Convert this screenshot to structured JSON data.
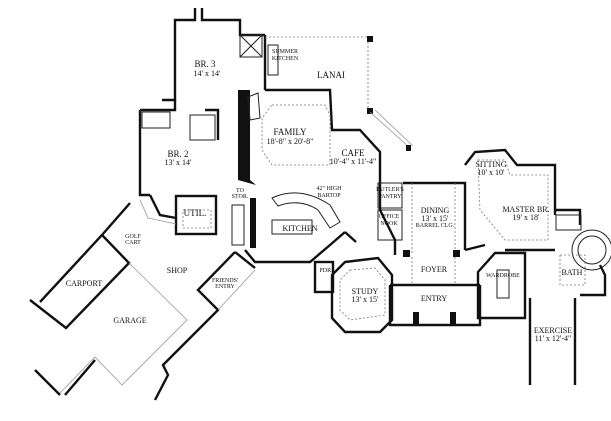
{
  "title": "Floor plan",
  "rooms": {
    "br3": {
      "name": "BR. 3",
      "dims": "14' x 14'"
    },
    "summer_kitchen": {
      "line1": "SUMMER",
      "line2": "KITCHEN"
    },
    "lanai": {
      "name": "LANAI"
    },
    "family": {
      "name": "FAMILY",
      "dims": "18'-8\" x 20'-8\""
    },
    "cafe": {
      "name": "CAFE",
      "dims": "10'-4\" x 11'-4\""
    },
    "br2": {
      "name": "BR. 2",
      "dims": "13' x 14'"
    },
    "util": {
      "name": "UTIL."
    },
    "to_stor": {
      "line1": "TO",
      "line2": "STOR."
    },
    "bartop": {
      "line1": "42\" HIGH",
      "line2": "BARTOP"
    },
    "kitchen": {
      "name": "KITCHEN"
    },
    "butlers_pantry": {
      "line1": "BUTLER'S",
      "line2": "PANTRY"
    },
    "office_nook": {
      "line1": "OFFICE",
      "line2": "NOOK"
    },
    "dining": {
      "name": "DINING",
      "dims": "13' x 15'",
      "note": "BARREL CLG."
    },
    "sitting": {
      "name": "SITTING",
      "dims": "10' x 10'"
    },
    "master": {
      "name": "MASTER BR.",
      "dims": "19' x 18'"
    },
    "foyer": {
      "name": "FOYER"
    },
    "entry": {
      "name": "ENTRY"
    },
    "study": {
      "name": "STUDY",
      "dims": "13' x 15'"
    },
    "pdr": {
      "name": "PDR."
    },
    "wardrobe": {
      "name": "WARDROBE"
    },
    "bath": {
      "name": "BATH"
    },
    "exercise": {
      "name": "EXERCISE",
      "dims": "11' x 12'-4\""
    },
    "golf_cart": {
      "line1": "GOLF",
      "line2": "CART"
    },
    "shop": {
      "name": "SHOP"
    },
    "friends_entry": {
      "line1": "FRIENDS'",
      "line2": "ENTRY"
    },
    "carport": {
      "name": "CARPORT"
    },
    "garage": {
      "name": "GARAGE"
    }
  }
}
